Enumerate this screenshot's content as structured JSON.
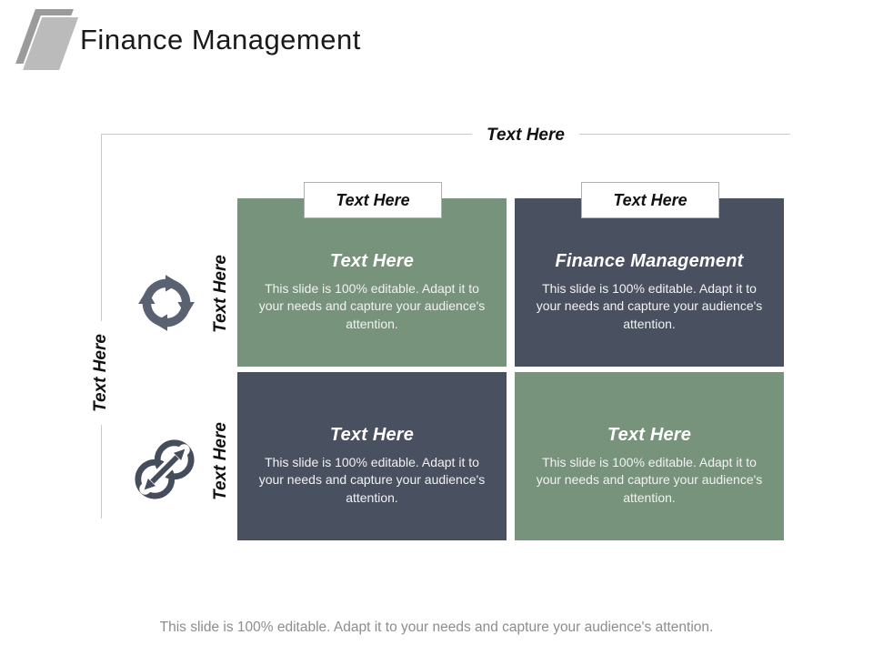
{
  "slide": {
    "title": "Finance Management",
    "footer": "This slide is 100% editable. Adapt it to your needs and capture your audience's attention."
  },
  "axes": {
    "x_label": "Text Here",
    "y_label": "Text Here"
  },
  "column_tabs": [
    {
      "label": "Text Here"
    },
    {
      "label": "Text Here"
    }
  ],
  "rows": [
    {
      "label": "Text Here",
      "icon": "cycle-arrows-icon"
    },
    {
      "label": "Text Here",
      "icon": "exchange-circles-icon"
    }
  ],
  "cells": [
    {
      "title": "Text Here",
      "body": "This slide is 100% editable. Adapt it to your needs and capture your audience's attention.",
      "variant": "green"
    },
    {
      "title": "Finance Management",
      "body": "This slide is 100% editable. Adapt it to your needs and capture your audience's attention.",
      "variant": "dark"
    },
    {
      "title": "Text Here",
      "body": "This slide is 100% editable. Adapt it to your needs and capture your audience's attention.",
      "variant": "dark"
    },
    {
      "title": "Text Here",
      "body": "This slide is 100% editable. Adapt it to your needs and capture your audience's attention.",
      "variant": "green"
    }
  ],
  "colors": {
    "green": "#77937B",
    "dark": "#495060",
    "line": "#C9C9C9",
    "tab_border": "#B0B0B0",
    "icon_cycle": "#5A6170",
    "icon_exchange": "#454C5B",
    "footer_text": "#8D8D8D",
    "logo_back": "#9B9B9B",
    "logo_front": "#BBBBBB",
    "title_color": "#1A1A1A"
  }
}
